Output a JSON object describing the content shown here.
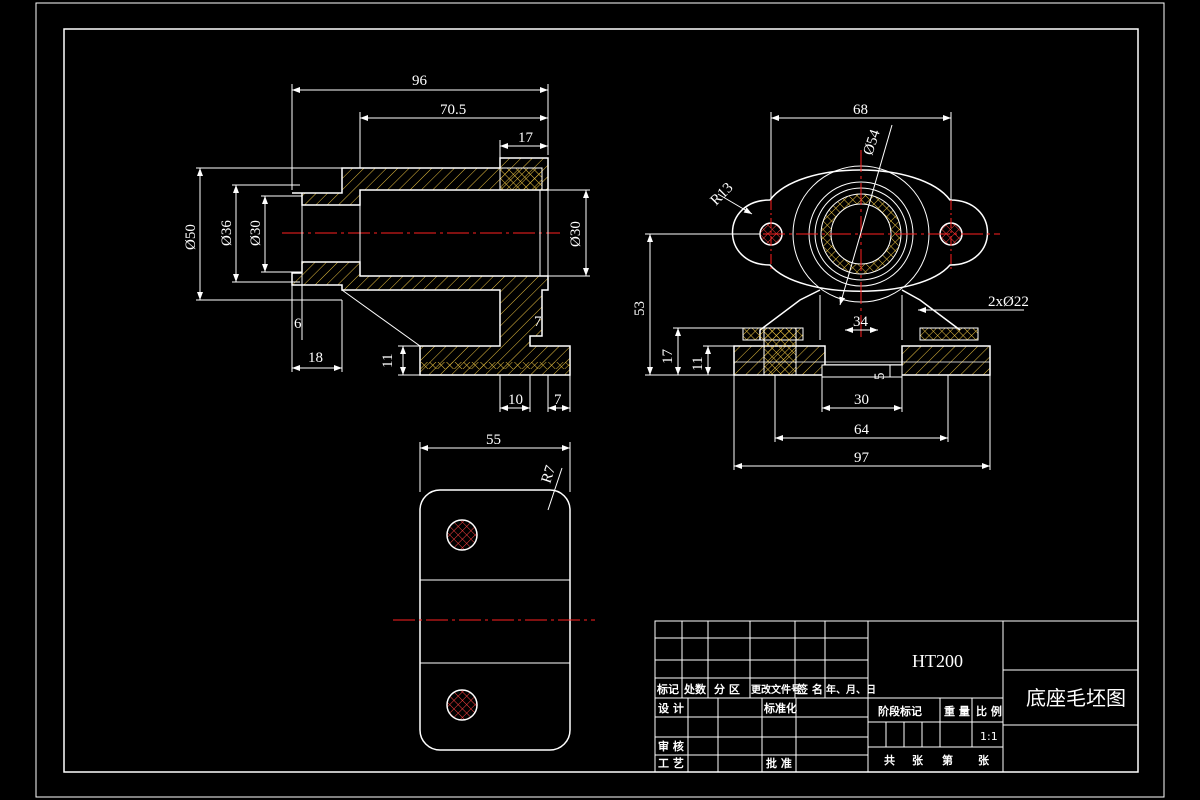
{
  "colors": {
    "background": "#000000",
    "outline": "#ffffff",
    "hatch": "#e8c040",
    "centerline": "#ff2020",
    "hole_hatch": "#ff4040"
  },
  "front_view": {
    "dims": {
      "overall_length": "96",
      "bore_length": "70.5",
      "flange_length": "17",
      "dia_outer": "Ø50",
      "dia_mid": "Ø36",
      "dia_bore_left": "Ø30",
      "dia_bore_right": "Ø30",
      "step_6": "6",
      "step_18": "18",
      "base_11": "11",
      "web_7": "7",
      "foot_10": "10",
      "foot_7": "7"
    }
  },
  "side_view": {
    "dims": {
      "hole_spacing": "68",
      "radius": "R13",
      "dia_54": "Ø54",
      "center_height": "53",
      "base_17": "17",
      "base_11": "11",
      "boss_34": "34",
      "holes": "2xØ22",
      "slot_5": "5",
      "slot_30": "30",
      "inner_64": "64",
      "overall_97": "97"
    }
  },
  "top_view": {
    "dims": {
      "width": "55",
      "radius": "R7"
    }
  },
  "title_block": {
    "material": "HT200",
    "drawing_title": "底座毛坯图",
    "scale": "1:1",
    "rev_headers": [
      "标记",
      "处数",
      "分 区",
      "更改文件号",
      "签 名",
      "年、月、日"
    ],
    "design": "设 计",
    "standardize": "标准化",
    "review": "审 核",
    "process": "工 艺",
    "approve": "批 准",
    "stage_mark": "阶段标记",
    "weight": "重 量",
    "ratio": "比 例",
    "sheets_total": "共",
    "sheets_word": "张",
    "sheet_no": "第",
    "sheet_word2": "张"
  }
}
